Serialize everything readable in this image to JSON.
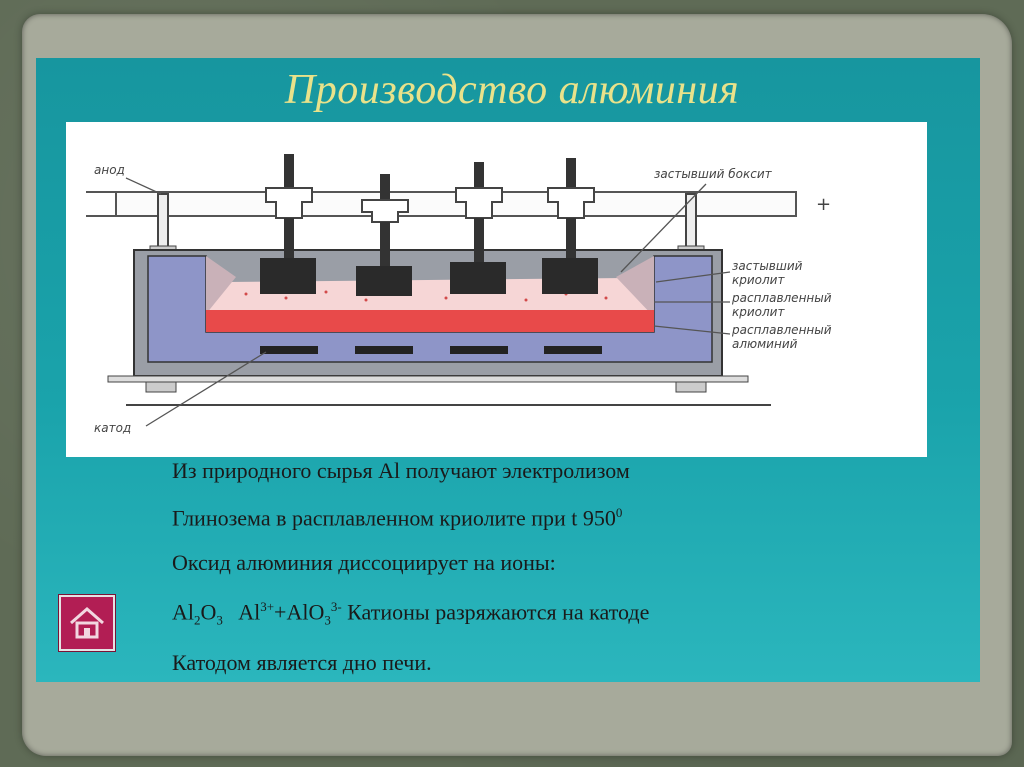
{
  "slide": {
    "title": "Производство алюминия"
  },
  "diagram": {
    "labels": {
      "anode": "анод",
      "cathode": "катод",
      "plus": "+",
      "solid_bauxite": "застывший боксит",
      "solid_cryolite_1": "застывший",
      "solid_cryolite_2": "криолит",
      "molten_cryolite_1": "расплавленный",
      "molten_cryolite_2": "криолит",
      "molten_al_1": "расплавленный",
      "molten_al_2": "алюминий"
    },
    "colors": {
      "molten_aluminum": "#e84a4a",
      "molten_cryolite": "#f6d6d6",
      "bath_wall": "#8e95c8",
      "anode_block": "#2a2a2a"
    }
  },
  "text": {
    "line1": "Из природного сырья Al получают электролизом",
    "line2_main": "Глинозема в расплавленном криолите при t 950",
    "line2_sup": "0",
    "line3": "Оксид алюминия диссоциирует на ионы:",
    "line4": {
      "al": "Al",
      "sub2": "2",
      "o": "O",
      "sub3": "3",
      "arrow": "",
      "al2": "Al",
      "sup3": "3+",
      "plus_alo": "+AlO",
      "sub3b": "3",
      "sup3b": "3-",
      "rest": " Катионы разряжаются на катоде"
    },
    "line5": "Катодом является дно печи."
  },
  "nav": {
    "home_icon": "home-icon"
  }
}
